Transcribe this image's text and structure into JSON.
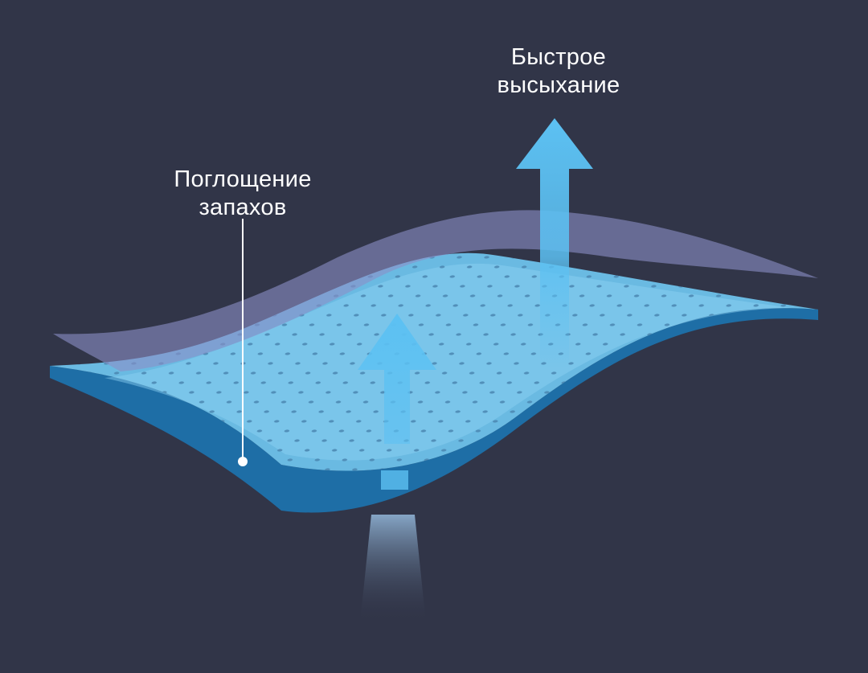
{
  "labels": {
    "odor": {
      "line1": "Поглощение",
      "line2": "запахов"
    },
    "dry": {
      "line1": "Быстрое",
      "line2": "высыхание"
    }
  },
  "colors": {
    "background": "#313548",
    "top_film": "#8c90c8",
    "fabric_surface": "#6fc6f0",
    "fabric_edge": "#1e6ea6",
    "arrow": "#5cc1f3",
    "dots": "#4a86b0"
  }
}
